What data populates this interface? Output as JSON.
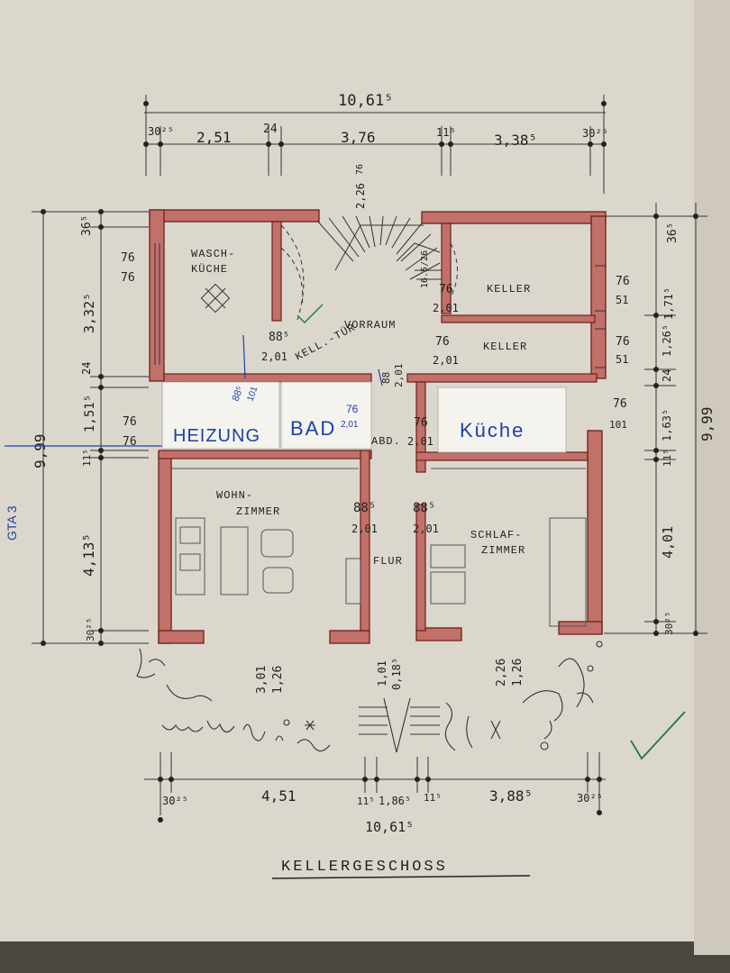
{
  "title": "KELLERGESCHOSS",
  "rooms": {
    "waschkueche": [
      "WASCH-",
      "KÜCHE"
    ],
    "vorraum": "VORRAUM",
    "keller_1": "KELLER",
    "keller_2": "KELLER",
    "heizung": "HEIZUNG",
    "bad": "BAD",
    "kueche": "Küche",
    "wohnzimmer": [
      "WOHN-",
      "ZIMMER"
    ],
    "schlafzimmer": [
      "SCHLAF-",
      "ZIMMER"
    ],
    "flur": "FLUR",
    "abst": "ABD.",
    "kellertuer": "KELL.-TÜR"
  },
  "dimensions": {
    "top_total": "10,61⁵",
    "top_segments": [
      "30²⁵",
      "2,51",
      "24",
      "3,76",
      "11⁵",
      "3,38⁵",
      "30²⁵"
    ],
    "bottom_total": "10,61⁵",
    "bottom_segments": [
      "30²⁵",
      "4,51",
      "11⁵",
      "1,86⁵",
      "11⁵",
      "3,88⁵",
      "30²⁵"
    ],
    "left_total": "9,99",
    "left_segments": [
      "36⁵",
      "3,32⁵",
      "24",
      "1,51⁵",
      "11⁵",
      "4,13⁵",
      "30²⁵"
    ],
    "right_total": "9,99",
    "right_segments": [
      "36⁵",
      "1,71⁵",
      "1,26⁵",
      "24",
      "1,63⁵",
      "11⁵",
      "4,01",
      "30²⁵"
    ],
    "stair_top": "2,26",
    "stair_sub": "76",
    "stair_right": "16.5/26",
    "wasch_door": [
      "76",
      "76"
    ],
    "heiz_door": [
      "76",
      "76"
    ],
    "wasch_opening": [
      "88⁵",
      "2,01"
    ],
    "keller1_door": [
      "76",
      "2,01"
    ],
    "keller1_window": [
      "76",
      "51"
    ],
    "keller2_door": [
      "76",
      "2,01"
    ],
    "keller2_window": [
      "76",
      "51"
    ],
    "kueche_window": [
      "76",
      "101"
    ],
    "flur_door": [
      "88",
      "2,01"
    ],
    "kueche_door": [
      "76",
      "2,01"
    ],
    "bad_door": [
      "76",
      "2,01"
    ],
    "heiz_window": [
      "88⁵",
      "101"
    ],
    "wohn_door": [
      "88⁵",
      "2,01"
    ],
    "schlaf_door": [
      "88⁵",
      "2,01"
    ],
    "wohn_window": [
      "3,01",
      "1,26"
    ],
    "flur_window": [
      "1,01",
      "0,18⁵"
    ],
    "schlaf_window": [
      "2,26",
      "1,26"
    ],
    "margin_note": "GTA 3"
  },
  "colors": {
    "wall": "#c2706a",
    "wall_outline": "#6b1f1a",
    "pencil": "#2a2a2a",
    "ink_blue": "#1f3fa8",
    "check_green": "#1f7a3a"
  }
}
